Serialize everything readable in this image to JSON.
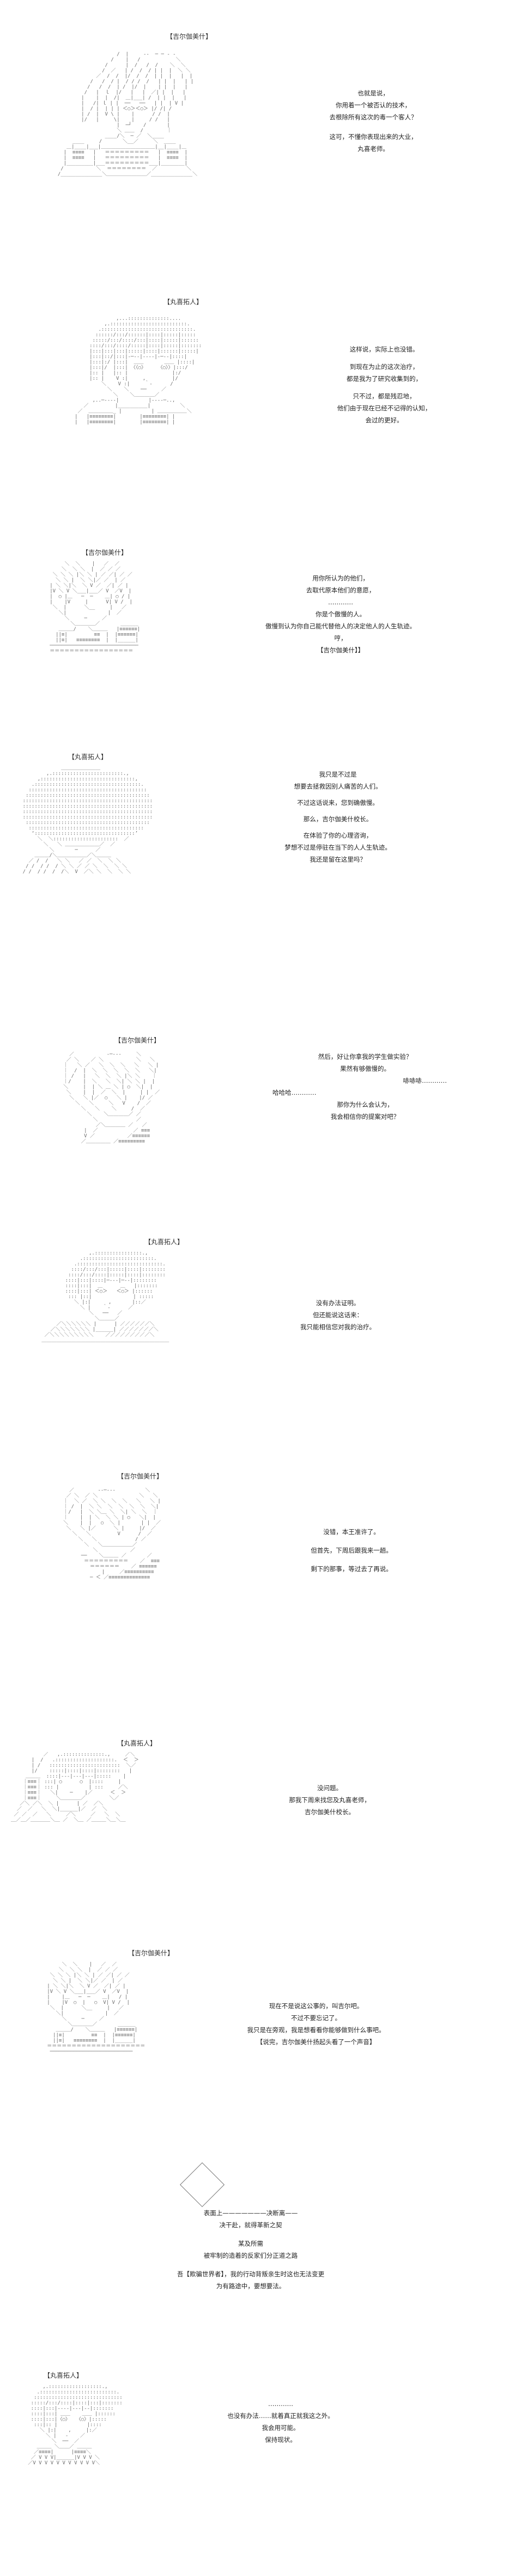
{
  "panels": [
    {
      "speaker": "【吉尔伽美什】",
      "lines": [
        "也就是说，",
        "你用着一个被否认的技术，",
        "去根除所有这次的毒一个客人？",
        "这可，不懂你表现出来的大业，",
        "丸喜老师。"
      ]
    },
    {
      "speaker": "【丸喜拓人】",
      "lines": [
        "这样说，实际上也没错。",
        "到现在为止的这次治疗，",
        "都是我为了研究收集到的，",
        "只不过，都是残忍地，",
        "他们由于现在已经不记得的认知，",
        "会过的更好。"
      ]
    },
    {
      "speaker": "【吉尔伽美什】",
      "lines": [
        "用你所认为的他们，",
        "去取代原本他们的意愿，",
        "…………",
        "你是个傲慢的人。",
        "傲慢到认为你自己能代替他人的决定他人的人生轨迹。",
        "哼，",
        "【吉尔伽美什】】"
      ]
    },
    {
      "speaker": "【丸喜拓人】",
      "lines": [
        "我只是不过是",
        "想要去拯救因别人痛苦的人们。",
        "不过这话说来，您到确傲慢。",
        "那么，吉尔伽美什校长。",
        "在体验了你的心理咨询，",
        "梦想不过是停驻在当下的人人生轨迹。",
        "我还是留在这里吗？"
      ]
    },
    {
      "speaker": "【吉尔伽美什】",
      "lines": [
        "然后，好让你拿我的学生做实验？",
        "果然有够傲慢的。",
        "哧哧哧…………",
        "哈哈哈…………",
        "那你为什么会认为，",
        "我会相信你的提案对吧？"
      ]
    },
    {
      "speaker": "【丸喜拓人】",
      "lines": [
        "没有办法证明。",
        "但还能说这话来：",
        "我只能相信您对我的治疗。"
      ]
    },
    {
      "speaker": "【吉尔伽美什】",
      "lines": [
        "没错，本王准许了。",
        "但首先，下周后跟我来一趟。",
        "剩下的那事，等过去了再说。"
      ]
    },
    {
      "speaker": "【丸喜拓人】",
      "lines": [
        "没问题。",
        "那我下周来找您及丸喜老师，",
        "吉尔伽美什校长。"
      ]
    },
    {
      "speaker": "【吉尔伽美什】",
      "lines": [
        "现在不是说这公事的，叫吉尔吧。",
        "不过不要忘记了。",
        "我只是在旁观，我是想看看你能够做到什么事吧。",
        "【说完，吉尔伽美什扬起头看了一个声音】"
      ]
    },
    {
      "speaker": "",
      "lines": [
        "表面上———————决断离——",
        "决干赴，就得革新之契",
        "某及所需",
        "被牢制的造着的反家们分正道之路",
        "吾【欺骗世界者】，我的行动背叛亲生时这也无法变更",
        "为有路途中，要想要法。"
      ]
    },
    {
      "speaker": "【丸喜拓人】",
      "lines": [
        "…………",
        "也没有办法……就着真正就我这之外。",
        "我会用可能。",
        "保持现状。"
      ]
    }
  ]
}
